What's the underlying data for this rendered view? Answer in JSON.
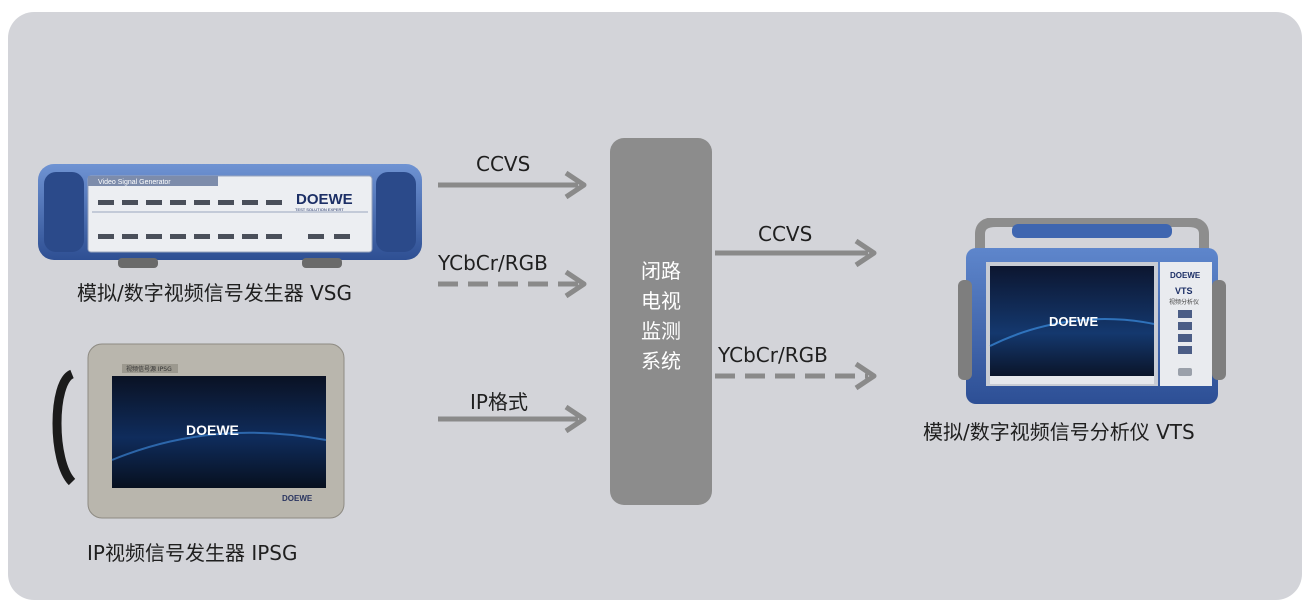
{
  "devices": {
    "vsg": {
      "caption": "模拟/数字视频信号发生器 VSG",
      "screen_title": "Video Signal Generator",
      "brand": "DOEWE",
      "brand_tag": "TEST SOLUTION EXPERT"
    },
    "ipsg": {
      "caption": "IP视频信号发生器 IPSG",
      "top_label": "视频信号源 IPSG",
      "brand": "DOEWE",
      "bezel_brand": "DOEWE"
    },
    "vts": {
      "caption": "模拟/数字视频信号分析仪 VTS",
      "brand": "DOEWE",
      "model": "VTS",
      "model_sub": "视频分析仪",
      "screen_brand": "DOEWE"
    }
  },
  "center": {
    "lines": [
      "闭路",
      "电视",
      "监测",
      "系统"
    ]
  },
  "signals": {
    "in_ccvs": "CCVS",
    "in_ycbcr": "YCbCr/RGB",
    "in_ip": "IP格式",
    "out_ccvs": "CCVS",
    "out_ycbcr": "YCbCr/RGB"
  },
  "colors": {
    "panel": "#d3d4d9",
    "arrow": "#8a8a8a",
    "center_box": "#8c8c8c",
    "device_blue": "#3e63a8"
  }
}
